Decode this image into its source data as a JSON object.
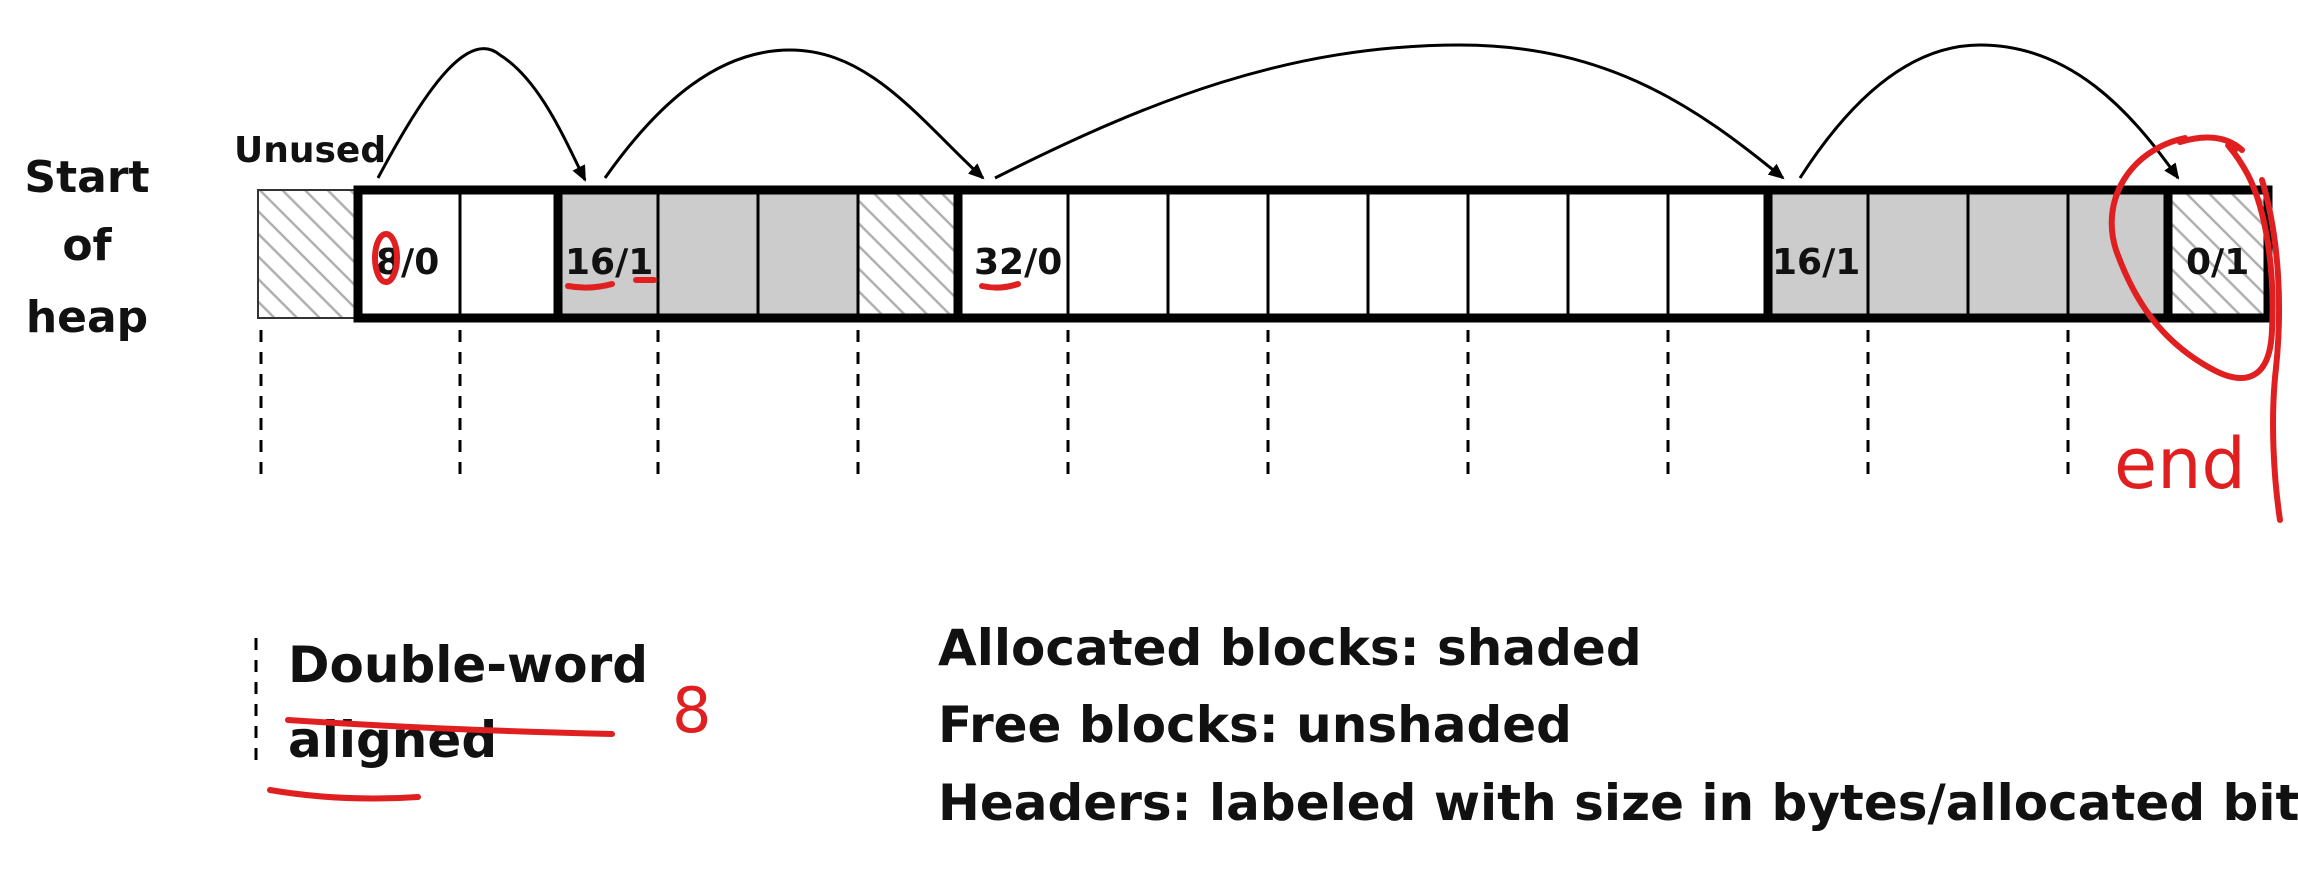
{
  "heap_label": [
    "Start",
    "of",
    "heap"
  ],
  "unused_label": "Unused",
  "headers": [
    "8/0",
    "16/1",
    "32/0",
    "16/1",
    "0/1"
  ],
  "alignment_note": [
    "Double-word",
    "aligned"
  ],
  "legend": [
    "Allocated blocks: shaded",
    "Free blocks: unshaded",
    "Headers: labeled with size in bytes/allocated bit"
  ],
  "annotations": {
    "handwritten_size": "8",
    "handwritten_end": "end"
  },
  "colors": {
    "allocated": "#cccccc",
    "free": "#ffffff",
    "ink": "#000000",
    "annotation": "#e02020",
    "hatch": "#b0b0b0"
  }
}
